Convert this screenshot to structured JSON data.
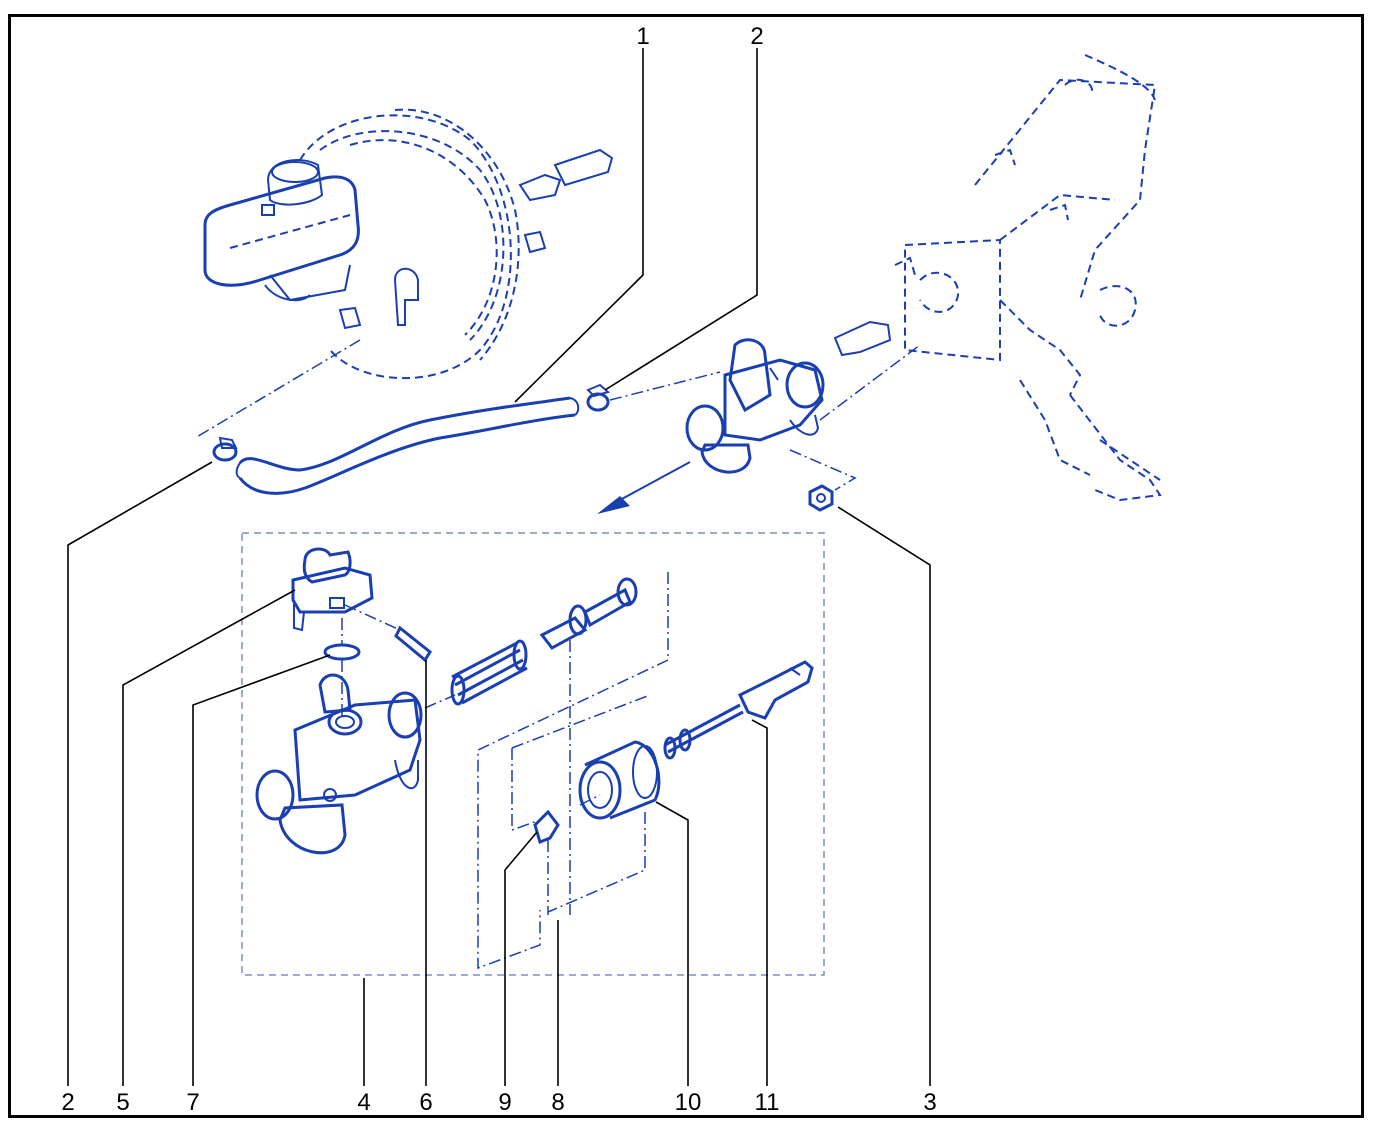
{
  "diagram": {
    "callouts": [
      {
        "id": "c1",
        "text": "1"
      },
      {
        "id": "c2top",
        "text": "2"
      },
      {
        "id": "c2bottom",
        "text": "2"
      },
      {
        "id": "c5",
        "text": "5"
      },
      {
        "id": "c7",
        "text": "7"
      },
      {
        "id": "c4",
        "text": "4"
      },
      {
        "id": "c6",
        "text": "6"
      },
      {
        "id": "c9",
        "text": "9"
      },
      {
        "id": "c8",
        "text": "8"
      },
      {
        "id": "c10",
        "text": "10"
      },
      {
        "id": "c11",
        "text": "11"
      },
      {
        "id": "c3",
        "text": "3"
      }
    ],
    "colors": {
      "line_art": "#1a3fb0",
      "leaders": "#000000",
      "frame": "#000000",
      "kit_box": "#7a8fc8"
    }
  }
}
